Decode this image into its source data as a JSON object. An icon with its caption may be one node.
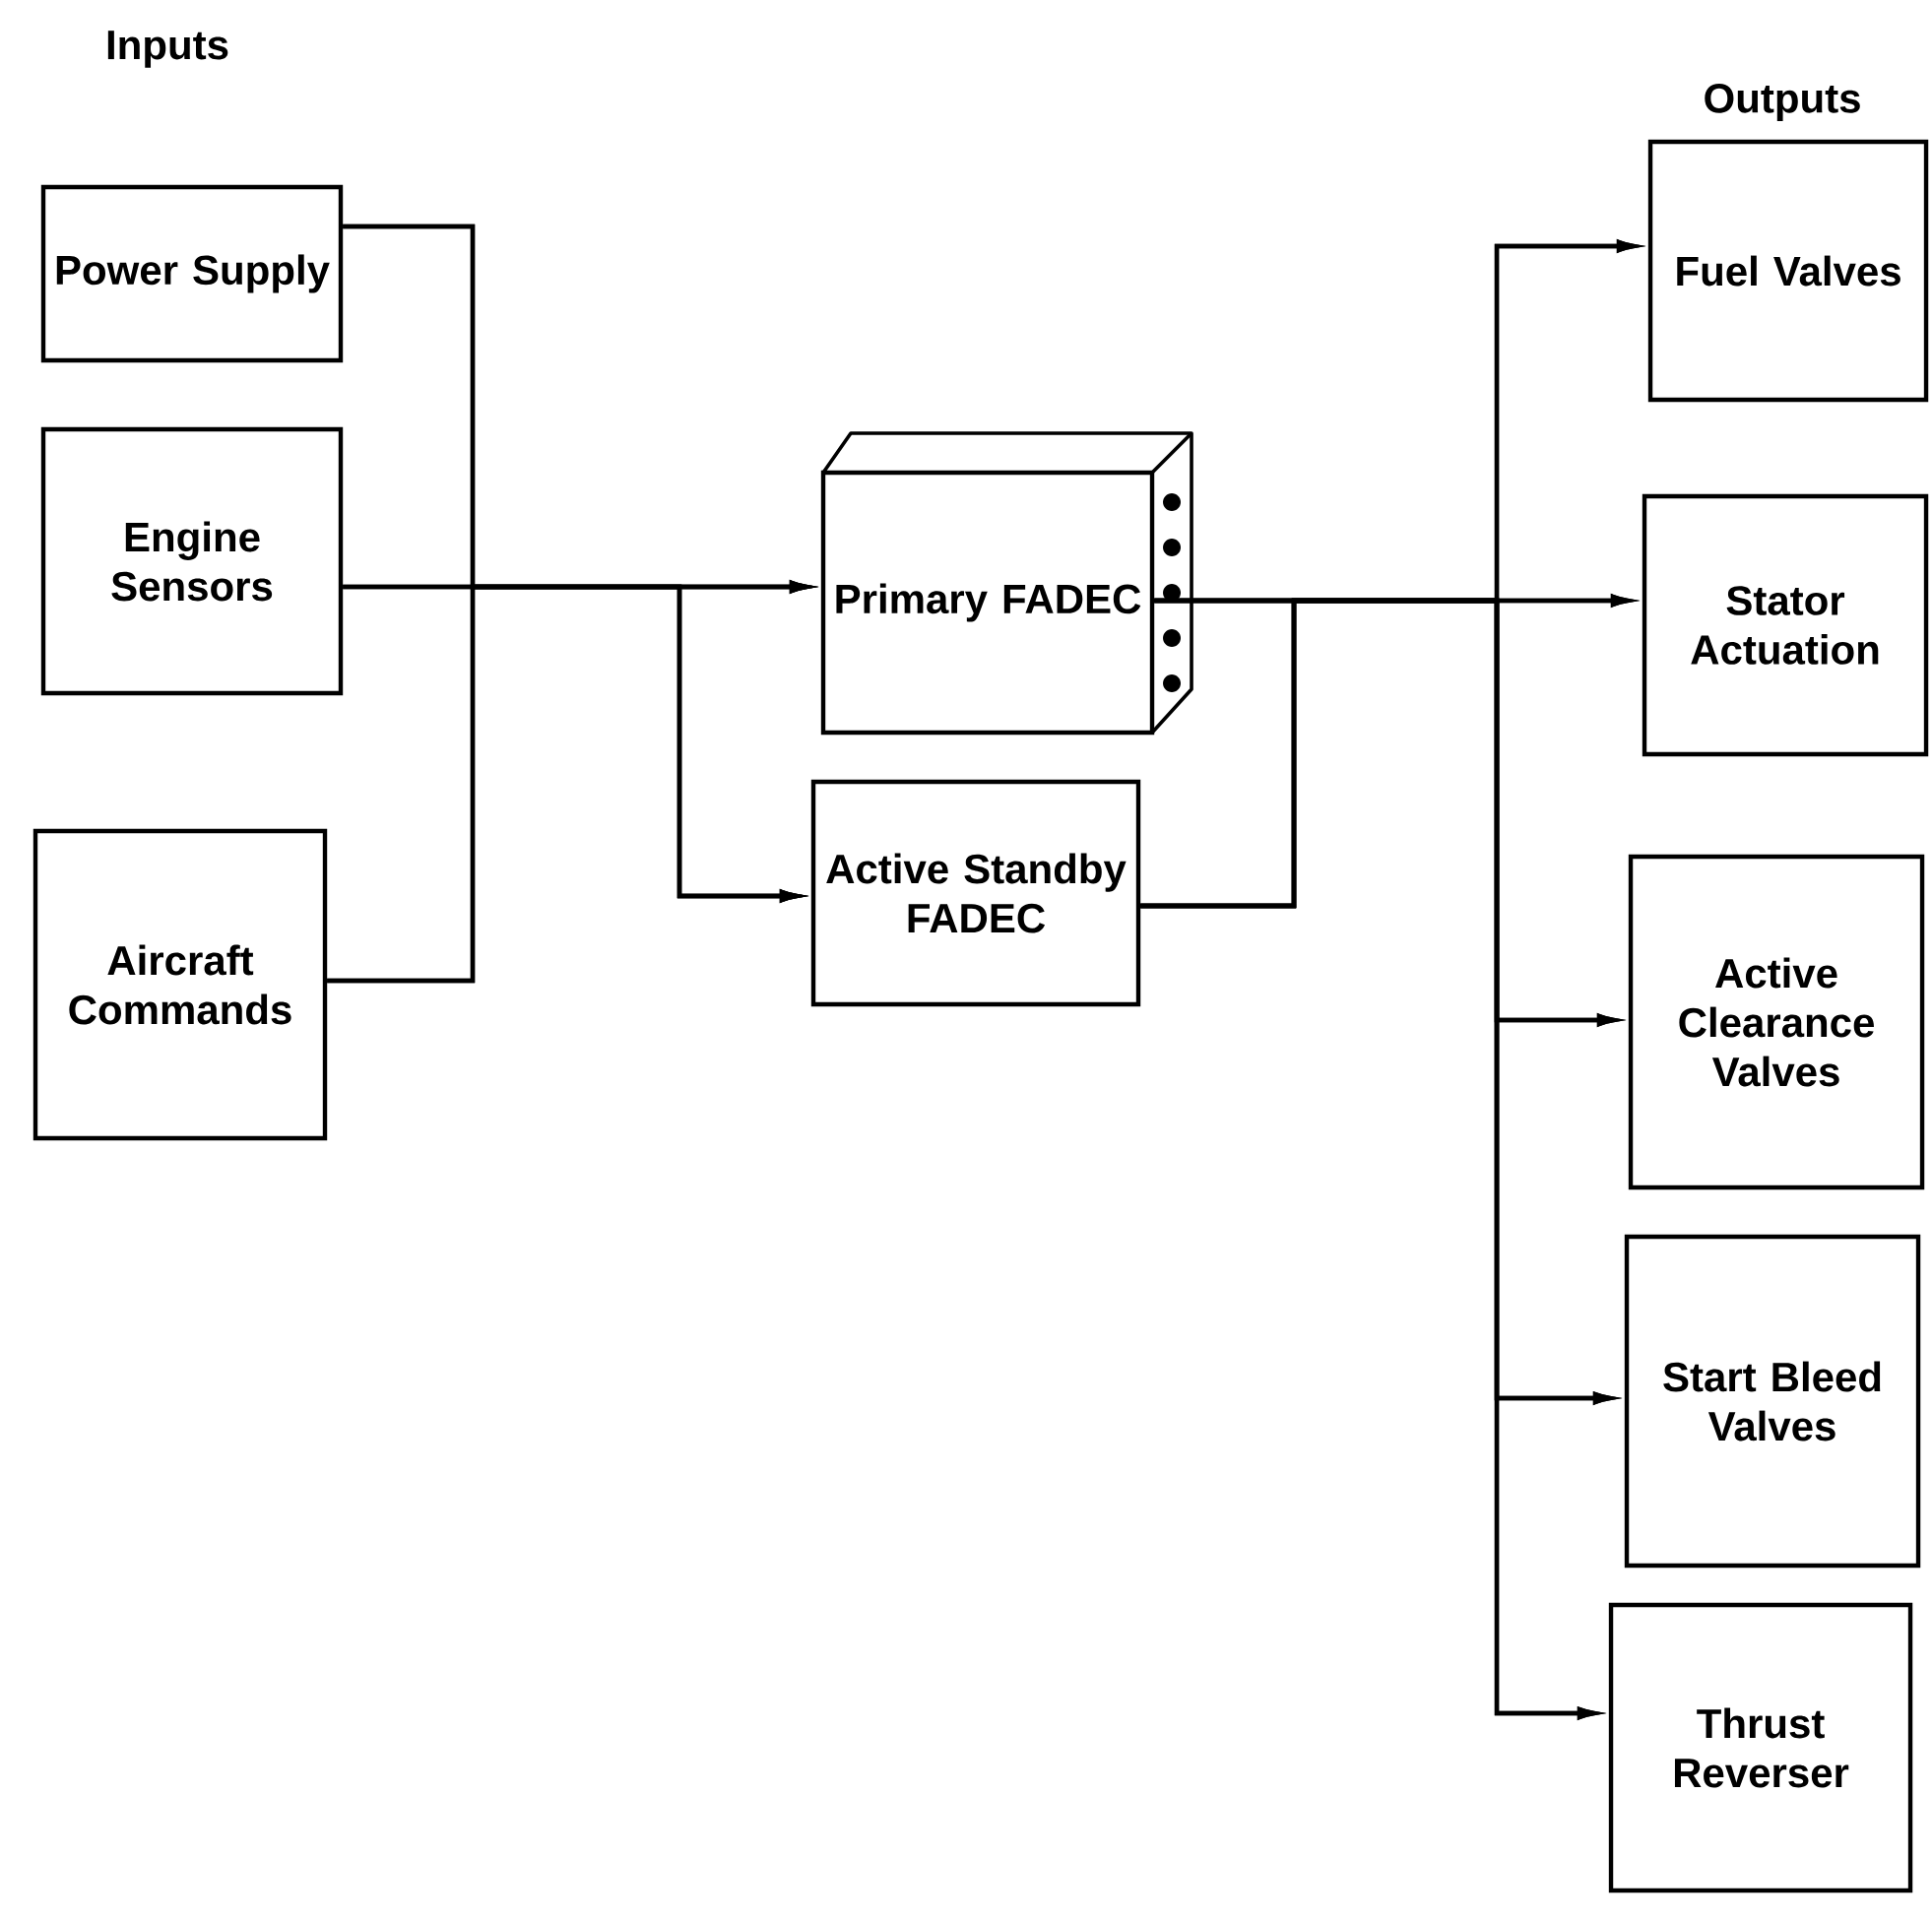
{
  "diagram": {
    "nodes": [
      {
        "text": [
          "Power Supply"
        ]
      },
      {
        "text": [
          "Engine Sensors"
        ]
      },
      {
        "text": [
          "Aircraft Commands"
        ]
      },
      {
        "text": [
          "Primary FADEC"
        ]
      },
      {
        "text": [
          "Active Standby FADEC"
        ]
      },
      {
        "text": [
          "Fuel Valves"
        ]
      },
      {
        "text": [
          "Stator Actuation"
        ]
      },
      {
        "text": [
          "Active Clearance Valves"
        ]
      },
      {
        "text": [
          "Start Bleed Valves"
        ]
      },
      {
        "text": [
          "Thrust Reverser"
        ]
      }
    ],
    "edges": [
      {
        "from": 0,
        "to": 3,
        "arrow": "to"
      },
      {
        "from": 0,
        "to": 4,
        "arrow": "to"
      },
      {
        "from": 1,
        "to": 3,
        "arrow": "to"
      },
      {
        "from": 1,
        "to": 4,
        "arrow": "to"
      },
      {
        "from": 2,
        "to": 3,
        "arrow": "to"
      },
      {
        "from": 2,
        "to": 4,
        "arrow": "to"
      },
      {
        "from": 3,
        "to": 5,
        "arrow": "to"
      },
      {
        "from": 3,
        "to": 6,
        "arrow": "to"
      },
      {
        "from": 3,
        "to": 7,
        "arrow": "to"
      },
      {
        "from": 3,
        "to": 8,
        "arrow": "to"
      },
      {
        "from": 3,
        "to": 9,
        "arrow": "to"
      },
      {
        "from": 4,
        "to": 5,
        "arrow": "to"
      },
      {
        "from": 4,
        "to": 6,
        "arrow": "to"
      },
      {
        "from": 4,
        "to": 7,
        "arrow": "to"
      },
      {
        "from": 4,
        "to": 8,
        "arrow": "to"
      },
      {
        "from": 4,
        "to": 9,
        "arrow": "to"
      }
    ],
    "labels": [
      "Inputs",
      "Outputs"
    ]
  }
}
